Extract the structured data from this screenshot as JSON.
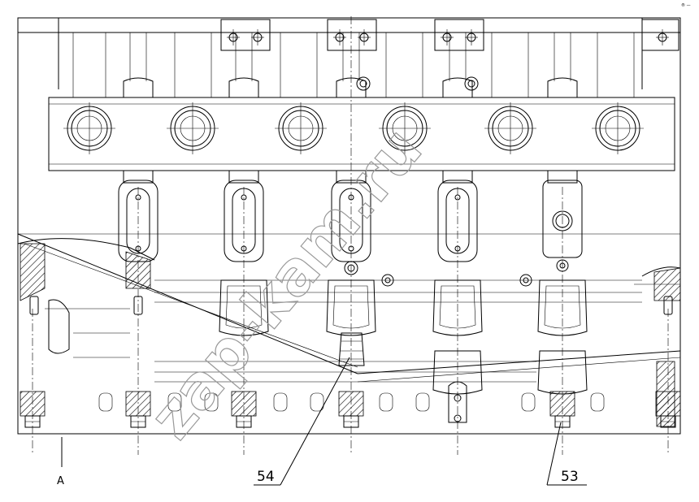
{
  "callouts": [
    {
      "label": "54"
    },
    {
      "label": "53"
    }
  ],
  "view_label": "A",
  "watermark": "zap-kam.ru",
  "corner_mark": "® —"
}
